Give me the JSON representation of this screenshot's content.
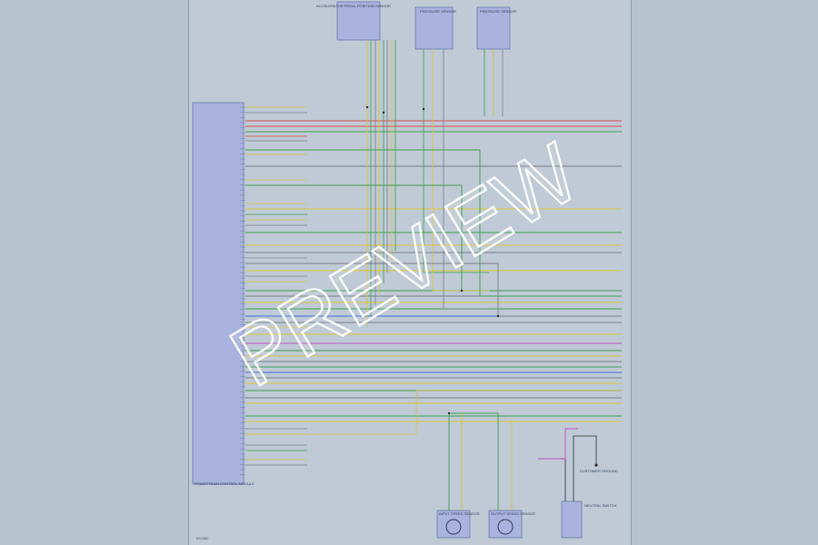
{
  "watermark": {
    "text": "PREVIEW"
  },
  "footer": {
    "code": "891560"
  },
  "modules": {
    "pcm": {
      "label": "POWERTRAIN CONTROL MODULE"
    },
    "top_left": {
      "label": "ACCELERATOR PEDAL POSITION SENSOR"
    },
    "top_mid": {
      "label": "PRESSURE SENSOR"
    },
    "top_right": {
      "label": "PRESSURE SENSOR"
    },
    "bottom_left": {
      "label": "INPUT SPEED SENSOR"
    },
    "bottom_mid": {
      "label": "OUTPUT SPEED SENSOR"
    },
    "bottom_right": {
      "label": "NEUTRAL SWITCH"
    },
    "ground": {
      "label": "CUSTOMER GROUND"
    }
  },
  "colors": {
    "background": "#b7c3cf",
    "sheet": "#bfcad6",
    "module_fill": "#a9b3de",
    "wire_red": "#d94a4a",
    "wire_green": "#3f9f4f",
    "wire_yellow": "#d9c63a",
    "wire_blue": "#3f6fd9",
    "wire_magenta": "#c24fc2",
    "wire_gray": "#7a7f88",
    "wire_black": "#2b2b2b"
  }
}
